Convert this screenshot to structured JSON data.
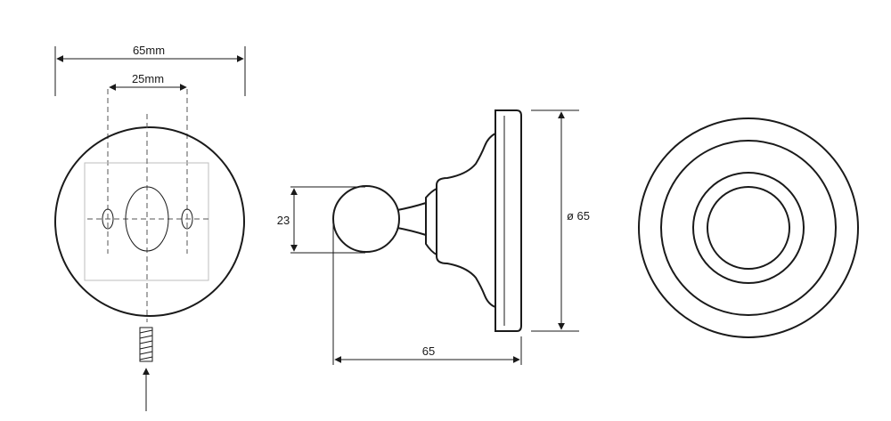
{
  "dimensions": {
    "front_width": "65mm",
    "hole_spacing": "25mm",
    "knob_diameter": "23",
    "depth": "65",
    "base_diameter": "ø 65"
  },
  "icons": {
    "screw": "screw-icon",
    "arrow": "arrow-up-icon"
  }
}
